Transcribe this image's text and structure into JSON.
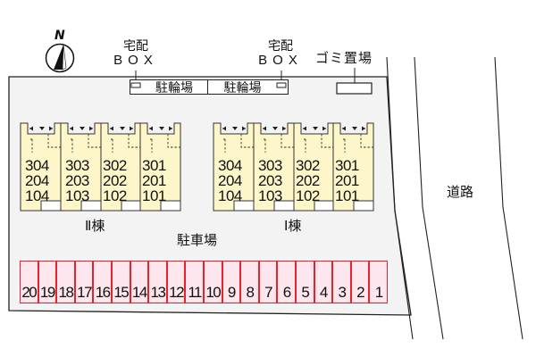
{
  "compass": {
    "label": "N",
    "icon": "north-arrow-icon"
  },
  "delivery_boxes": [
    {
      "label_top": "宅配",
      "label_bottom": "BOX"
    },
    {
      "label_top": "宅配",
      "label_bottom": "BOX"
    }
  ],
  "bicycle_parking": [
    {
      "label": "駐輪場"
    },
    {
      "label": "駐輪場"
    }
  ],
  "garbage": {
    "label": "ゴミ置場"
  },
  "road": {
    "label": "道路"
  },
  "parking": {
    "label": "駐車場",
    "stalls": [
      "20",
      "19",
      "18",
      "17",
      "16",
      "15",
      "14",
      "13",
      "12",
      "11",
      "10",
      "9",
      "8",
      "7",
      "6",
      "5",
      "4",
      "3",
      "2",
      "1"
    ]
  },
  "buildings": [
    {
      "name": "Ⅱ棟",
      "units": [
        {
          "floors": [
            "304",
            "204",
            "104"
          ]
        },
        {
          "floors": [
            "303",
            "203",
            "103"
          ]
        },
        {
          "floors": [
            "302",
            "202",
            "102"
          ]
        },
        {
          "floors": [
            "301",
            "201",
            "101"
          ]
        }
      ]
    },
    {
      "name": "Ⅰ棟",
      "units": [
        {
          "floors": [
            "304",
            "204",
            "104"
          ]
        },
        {
          "floors": [
            "303",
            "203",
            "103"
          ]
        },
        {
          "floors": [
            "302",
            "202",
            "102"
          ]
        },
        {
          "floors": [
            "301",
            "201",
            "101"
          ]
        }
      ]
    }
  ],
  "colors": {
    "lot_fill": "#f3f3f3",
    "building_fill": "#fdf6c8",
    "stall_fill": "#fde6ee",
    "stall_border": "#e8222d",
    "line": "#222222"
  }
}
